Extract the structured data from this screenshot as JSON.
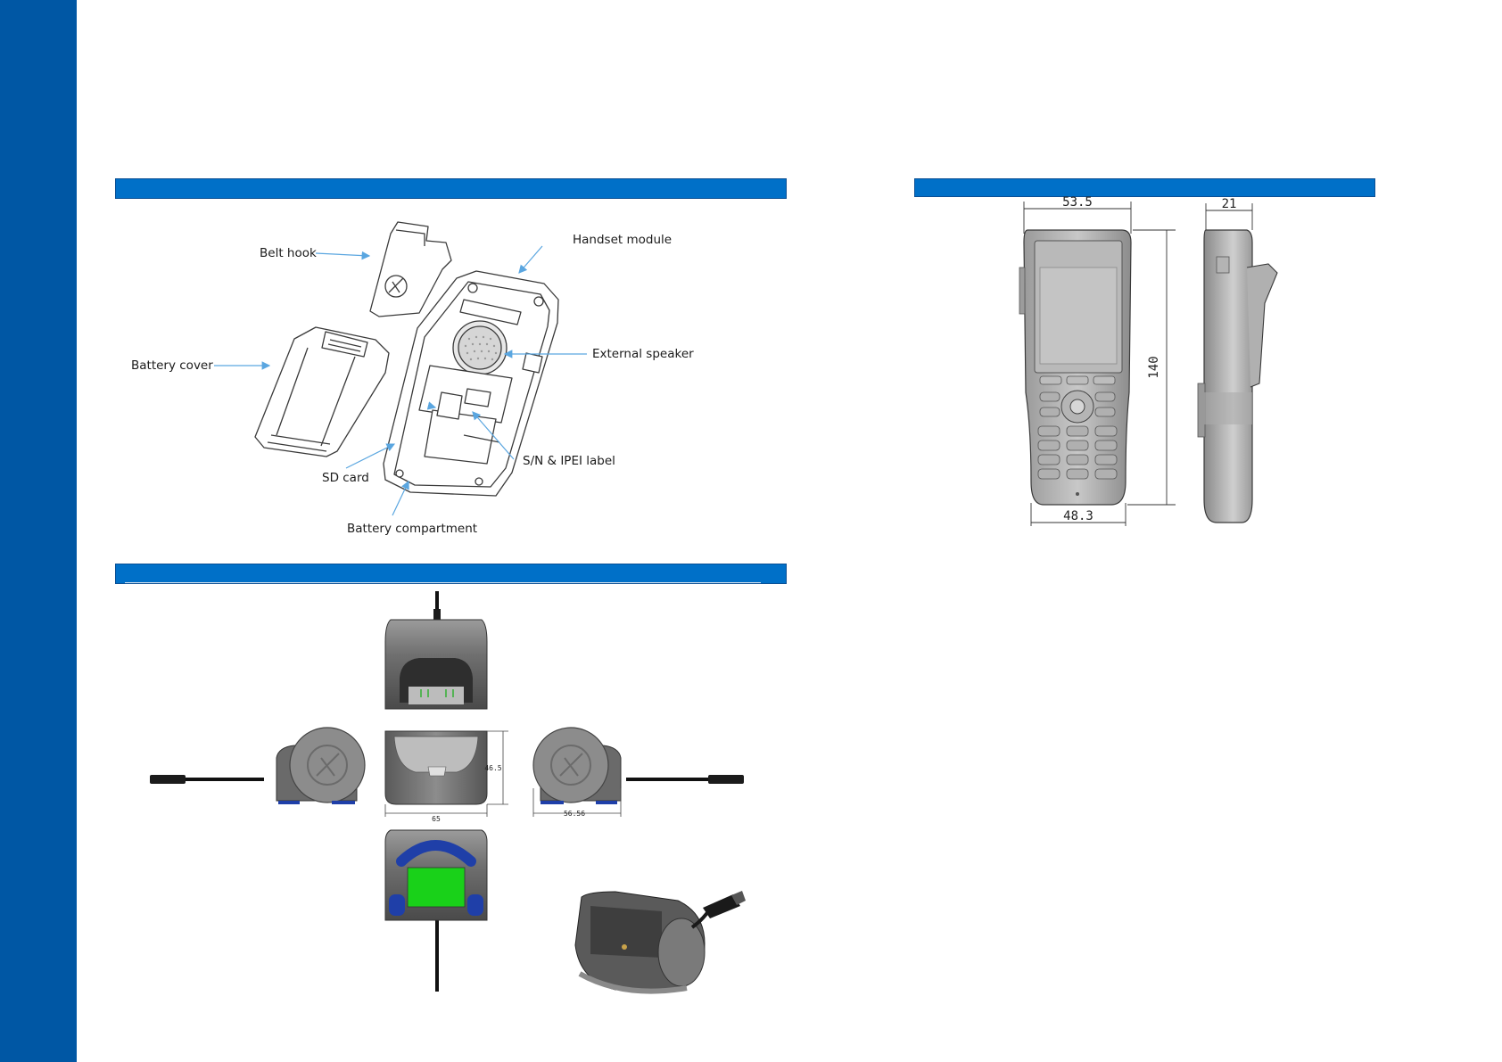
{
  "colors": {
    "side_bar": "#0057a4",
    "section_bar": "#0070c8",
    "callout_arrow": "#5aa6e0",
    "dock_led_green": "#19d119",
    "dock_accent_blue": "#1f3fa8"
  },
  "exploded_view": {
    "labels": {
      "belt_hook": "Belt hook",
      "handset_module": "Handset module",
      "battery_cover": "Battery cover",
      "external_speaker": "External speaker",
      "sd_card": "SD card",
      "sn_ipei_label": "S/N & IPEI label",
      "battery_compartment": "Battery compartment"
    }
  },
  "dimensions_view": {
    "width_top": "53.5",
    "width_bottom": "48.3",
    "height": "140",
    "depth": "21"
  },
  "charger_view": {
    "height": "46.5",
    "width": "65",
    "depth": "56.56"
  }
}
